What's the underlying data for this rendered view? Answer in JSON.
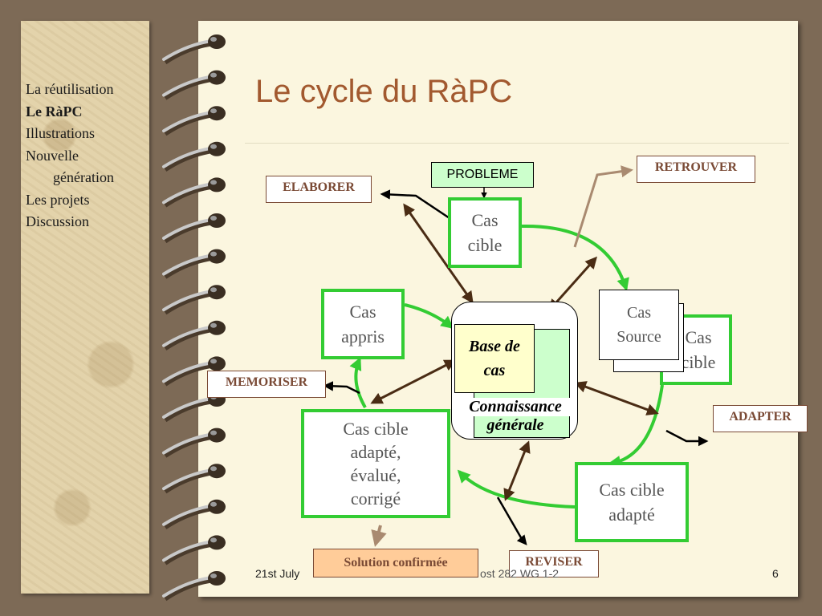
{
  "nav": {
    "items": [
      "La réutilisation",
      "Le RàPC",
      "Illustrations",
      "Nouvelle",
      "génération",
      "Les projets",
      "Discussion"
    ]
  },
  "title": "Le cycle du RàPC",
  "diagram": {
    "probleme": "PROBLEME",
    "retrouver": "RETROUVER",
    "elaborer": "ELABORER",
    "memoriser": "MEMORISER",
    "adapter": "ADAPTER",
    "reviser": "REVISER",
    "solution_confirmee": "Solution confirmée",
    "cas_cible_top": [
      "Cas",
      "cible"
    ],
    "cas_appris": [
      "Cas",
      "appris"
    ],
    "cas_source": [
      "Cas",
      "Source"
    ],
    "cas_cible_right": [
      "Cas",
      "cible"
    ],
    "base_de_cas": [
      "Base de",
      "cas"
    ],
    "connaissance_generale": [
      "Connaissance",
      "générale"
    ],
    "cas_cible_adapte_evalue": [
      "Cas cible",
      "adapté,",
      "évalué,",
      "corrigé"
    ],
    "cas_cible_adapte": [
      "Cas cible",
      "adapté"
    ],
    "colors": {
      "green": "#33cc33",
      "label": "#7a4a35",
      "title": "#a2592f",
      "solution_bg": "#ffcc99",
      "probleme_bg": "#ccffcc",
      "base_bg": "#ffffcc"
    }
  },
  "footer": {
    "date": "21st July",
    "middle": "ost 282 WG 1-2",
    "page": "6"
  }
}
